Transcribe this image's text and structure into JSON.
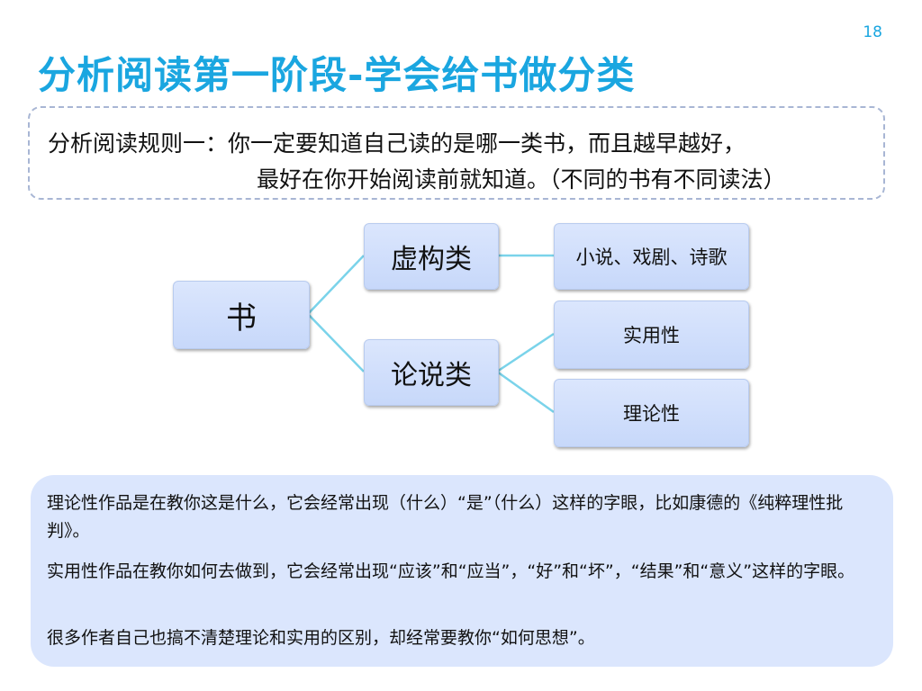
{
  "page_number": "18",
  "title": "分析阅读第一阶段-学会给书做分类",
  "rule": {
    "line1": "分析阅读规则一：你一定要知道自己读的是哪一类书，而且越早越好，",
    "line2": "最好在你开始阅读前就知道。（不同的书有不同读法）"
  },
  "diagram": {
    "root": "书",
    "fiction": "虚构类",
    "fiction_examples": "小说、戏剧、诗歌",
    "argumentative": "论说类",
    "practical": "实用性",
    "theoretical": "理论性",
    "link_color": "#7ad3ea"
  },
  "notes": [
    "理论性作品是在教你这是什么，它会经常出现（什么）“是”（什么）这样的字眼，比如康德的《纯粹理性批判》。",
    "实用性作品在教你如何去做到，它会经常出现“应该”和“应当”，“好”和“坏”，“结果”和“意义”这样的字眼。",
    "很多作者自己也搞不清楚理论和实用的区别，却经常要教你“如何思想”。"
  ]
}
